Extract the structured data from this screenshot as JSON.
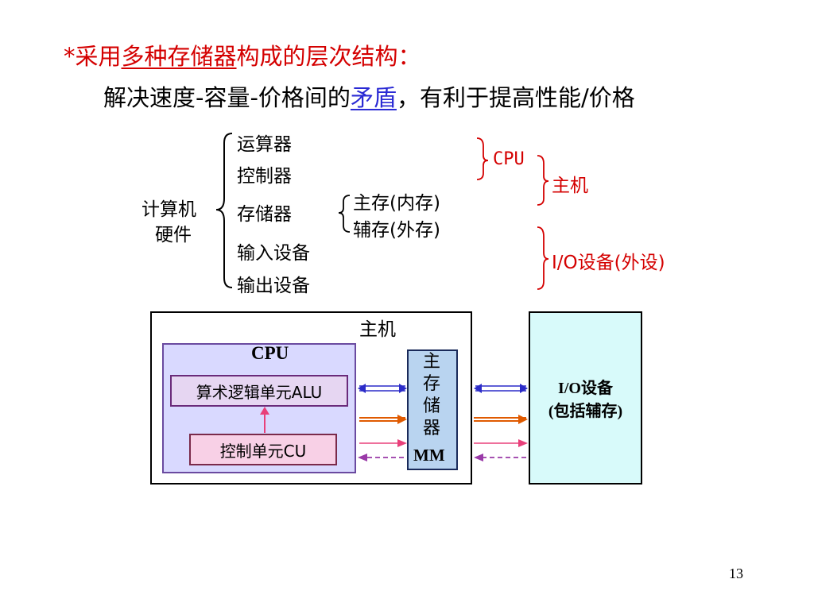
{
  "heading": {
    "prefix": "*采用",
    "underlined": "多种存储器",
    "suffix": "构成的层次结构："
  },
  "subheading": {
    "before": "解决速度-容量-价格间的",
    "link": "矛盾",
    "after": "，有利于提高性能/价格"
  },
  "hierarchy": {
    "root_line1": "计算机",
    "root_line2": "硬件",
    "items": [
      "运算器",
      "控制器",
      "存储器",
      "输入设备",
      "输出设备"
    ],
    "storage_sub": [
      "主存(内存)",
      "辅存(外存)"
    ],
    "cpu_label": "CPU",
    "host_label": "主机",
    "io_label": "I/O设备(外设)"
  },
  "diagram": {
    "host_title": "主机",
    "cpu_title": "CPU",
    "alu_label": "算术逻辑单元ALU",
    "cu_label": "控制单元CU",
    "mm_chars": [
      "主",
      "存",
      "储",
      "器"
    ],
    "mm_abbr": "MM",
    "io_line1": "I/O设备",
    "io_line2": "(包括辅存)"
  },
  "page_number": "13",
  "colors": {
    "accent_red": "#d40000",
    "link_blue": "#2a2ad4",
    "cpu_fill": "#d9d9ff",
    "cpu_border": "#6a4aa0",
    "alu_fill": "#e6d6f2",
    "cu_fill": "#f8d0e6",
    "mm_fill": "#b9d4f0",
    "io_fill": "#d8fafa",
    "arrow_blue": "#2c2cc8",
    "arrow_orange": "#e05a00",
    "arrow_pink": "#e8407a",
    "arrow_purple": "#9a3aa8"
  }
}
